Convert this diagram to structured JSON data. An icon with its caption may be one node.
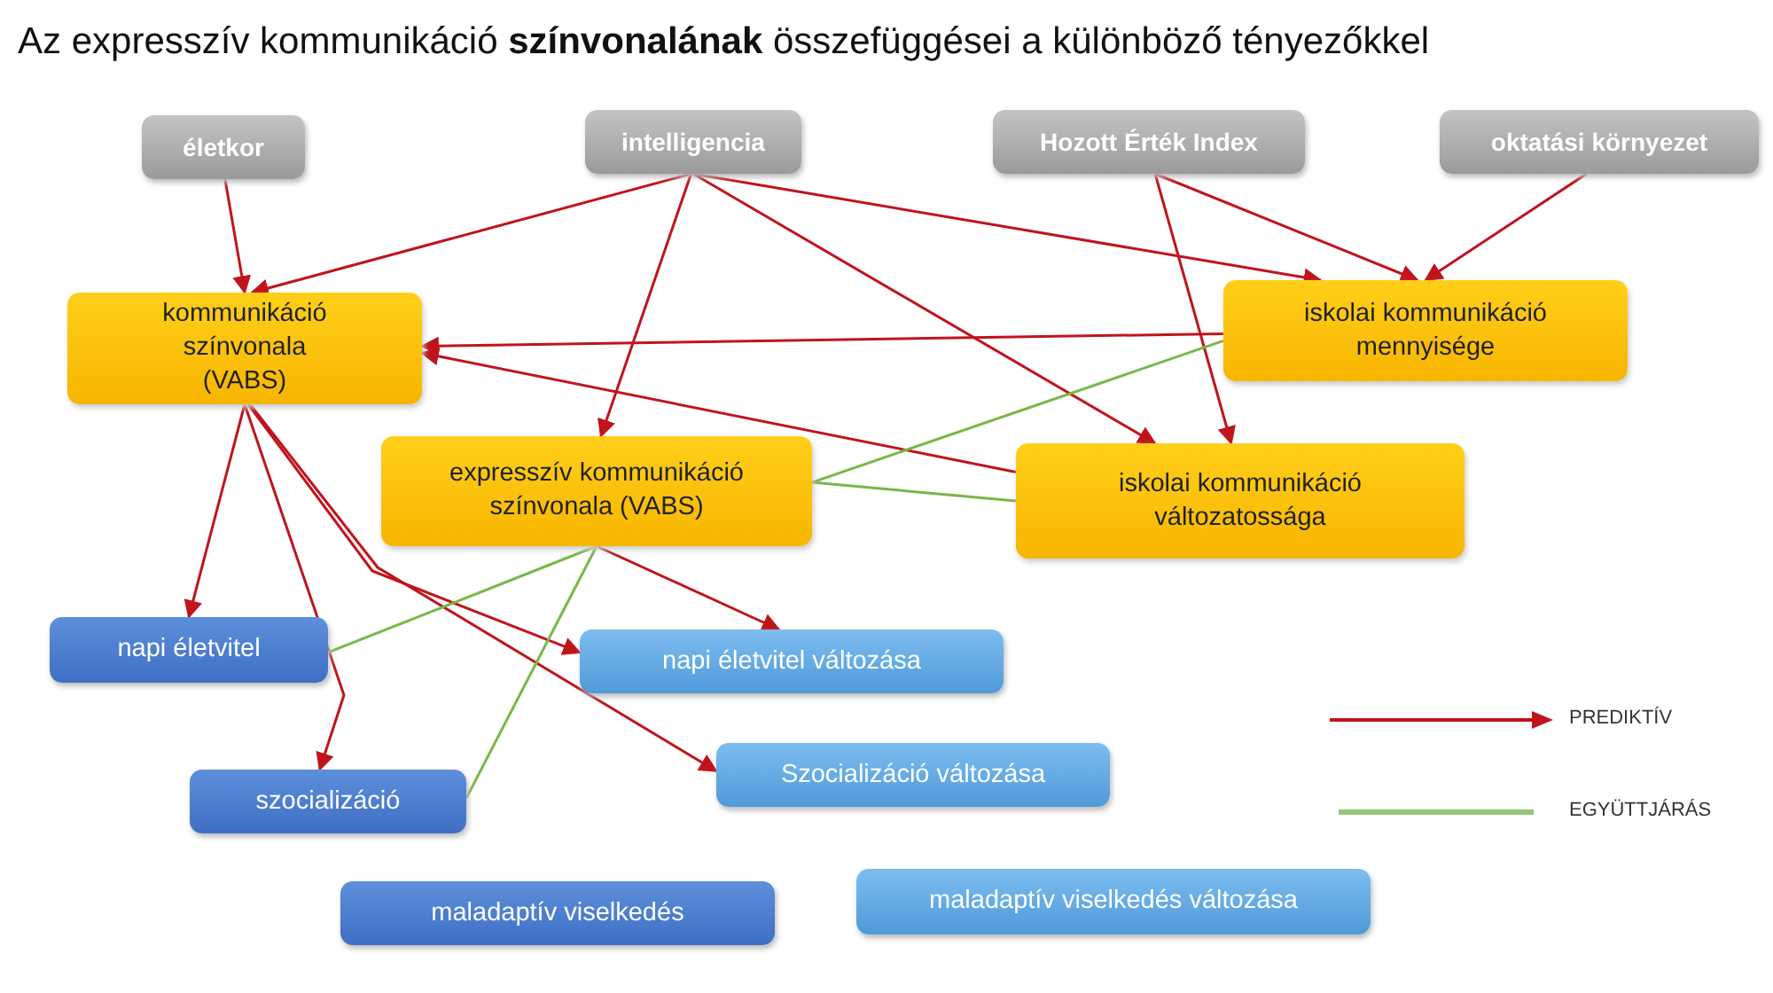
{
  "diagram": {
    "title": "Az expresszív kommunikáció **színvonalának** összefüggései a különböző tényezőkkel",
    "nodes": [
      {
        "text": [
          "életkor"
        ]
      },
      {
        "text": [
          "intelligencia"
        ]
      },
      {
        "text": [
          "Hozott Érték Index"
        ]
      },
      {
        "text": [
          "oktatási környezet"
        ]
      },
      {
        "text": [
          "kommunikáció színvonala (VABS)"
        ]
      },
      {
        "text": [
          "iskolai kommunikáció mennyisége"
        ]
      },
      {
        "text": [
          "expresszív kommunikáció színvonala (VABS)"
        ]
      },
      {
        "text": [
          "iskolai kommunikáció változatossága"
        ]
      },
      {
        "text": [
          "napi életvitel"
        ]
      },
      {
        "text": [
          "napi életvitel változása"
        ]
      },
      {
        "text": [
          "szocializáció"
        ]
      },
      {
        "text": [
          "Szocializáció változása"
        ]
      },
      {
        "text": [
          "maladaptív viselkedés"
        ]
      },
      {
        "text": [
          "maladaptív viselkedés változása"
        ]
      }
    ],
    "edges": [
      {
        "from": 0,
        "to": 4,
        "arrow": "to"
      },
      {
        "from": 1,
        "to": 4,
        "arrow": "to"
      },
      {
        "from": 1,
        "to": 6,
        "arrow": "to"
      },
      {
        "from": 1,
        "to": 5,
        "arrow": "to"
      },
      {
        "from": 1,
        "to": 7,
        "arrow": "to"
      },
      {
        "from": 2,
        "to": 5,
        "arrow": "to"
      },
      {
        "from": 2,
        "to": 7,
        "arrow": "to"
      },
      {
        "from": 3,
        "to": 5,
        "arrow": "to"
      },
      {
        "from": 5,
        "to": 4,
        "arrow": "to"
      },
      {
        "from": 7,
        "to": 4,
        "arrow": "to"
      },
      {
        "from": 4,
        "to": 8,
        "arrow": "to"
      },
      {
        "from": 4,
        "to": 10,
        "arrow": "to"
      },
      {
        "from": 4,
        "to": 9,
        "arrow": "to"
      },
      {
        "from": 4,
        "to": 11,
        "arrow": "to"
      },
      {
        "from": 6,
        "to": 9,
        "arrow": "to"
      },
      {
        "from": 6,
        "to": 5,
        "arrow": "none",
        "color": "#7ab648"
      },
      {
        "from": 6,
        "to": 7,
        "arrow": "none",
        "color": "#7ab648"
      },
      {
        "from": 6,
        "to": 8,
        "arrow": "none",
        "color": "#7ab648"
      },
      {
        "from": 6,
        "to": 10,
        "arrow": "none",
        "color": "#7ab648"
      }
    ],
    "legend": [
      {
        "text": "PREDIKTÍV"
      },
      {
        "text": "EGYÜTTJÁRÁS"
      }
    ]
  }
}
